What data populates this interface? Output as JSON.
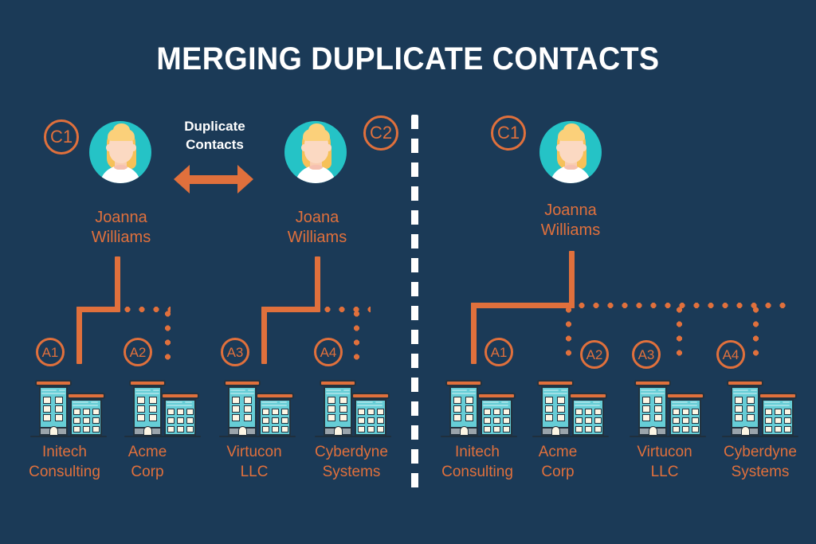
{
  "page": {
    "title": "MERGING DUPLICATE CONTACTS",
    "background_color": "#1b3a57",
    "accent_color": "#e0703c",
    "avatar_color": "#25c3c6",
    "divider_color": "#ffffff"
  },
  "annotation": {
    "duplicate_label_line1": "Duplicate",
    "duplicate_label_line2": "Contacts",
    "arrow_icon": "double-headed-horizontal-arrow"
  },
  "before": {
    "panel_name": "before-merge",
    "contacts": [
      {
        "badge": "C1",
        "name_line1": "Joanna",
        "name_line2": "Williams",
        "avatar_icon": "woman-avatar"
      },
      {
        "badge": "C2",
        "name_line1": "Joana",
        "name_line2": "Williams",
        "avatar_icon": "woman-avatar"
      }
    ],
    "accounts": [
      {
        "badge": "A1",
        "name_line1": "Initech",
        "name_line2": "Consulting",
        "icon": "office-building-icon",
        "link": "solid"
      },
      {
        "badge": "A2",
        "name_line1": "Acme",
        "name_line2": "Corp",
        "icon": "office-building-icon",
        "link": "dotted"
      },
      {
        "badge": "A3",
        "name_line1": "Virtucon",
        "name_line2": "LLC",
        "icon": "office-building-icon",
        "link": "solid"
      },
      {
        "badge": "A4",
        "name_line1": "Cyberdyne",
        "name_line2": "Systems",
        "icon": "office-building-icon",
        "link": "dotted"
      }
    ]
  },
  "after": {
    "panel_name": "after-merge",
    "contacts": [
      {
        "badge": "C1",
        "name_line1": "Joanna",
        "name_line2": "Williams",
        "avatar_icon": "woman-avatar"
      }
    ],
    "accounts": [
      {
        "badge": "A1",
        "name_line1": "Initech",
        "name_line2": "Consulting",
        "icon": "office-building-icon",
        "link": "solid"
      },
      {
        "badge": "A2",
        "name_line1": "Acme",
        "name_line2": "Corp",
        "icon": "office-building-icon",
        "link": "dotted"
      },
      {
        "badge": "A3",
        "name_line1": "Virtucon",
        "name_line2": "LLC",
        "icon": "office-building-icon",
        "link": "dotted"
      },
      {
        "badge": "A4",
        "name_line1": "Cyberdyne",
        "name_line2": "Systems",
        "icon": "office-building-icon",
        "link": "dotted"
      }
    ]
  }
}
